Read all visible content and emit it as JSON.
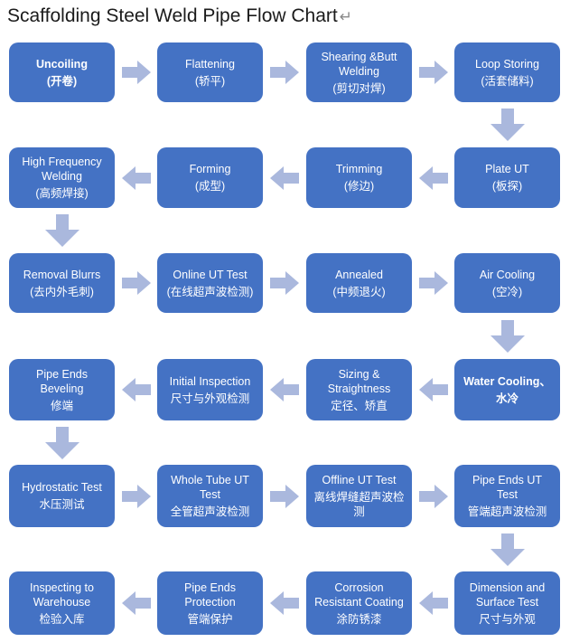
{
  "title": "Scaffolding Steel Weld Pipe Flow Chart",
  "paragraph_mark": "↵",
  "colors": {
    "background": "#ffffff",
    "box_fill": "#4472c4",
    "arrow_fill": "#aab8dd",
    "box_text": "#ffffff",
    "title_text": "#1b1b1b",
    "mark_text": "#8a8a8a"
  },
  "flow": {
    "rows": [
      {
        "arrow_dir": "right",
        "down_after": "right",
        "boxes": [
          {
            "en": "Uncoiling",
            "zh": "(开卷)",
            "bold": true
          },
          {
            "en": "Flattening",
            "zh": "(轿平)",
            "bold": false
          },
          {
            "en": "Shearing &Butt Welding",
            "zh": "(剪切对焊)",
            "bold": false
          },
          {
            "en": "Loop Storing",
            "zh": "(活套储料)",
            "bold": false
          }
        ]
      },
      {
        "arrow_dir": "left",
        "down_after": "left",
        "boxes": [
          {
            "en": "High Frequency Welding",
            "zh": "(高频焊接)",
            "bold": false
          },
          {
            "en": "Forming",
            "zh": "(成型)",
            "bold": false
          },
          {
            "en": "Trimming",
            "zh": "(修边)",
            "bold": false
          },
          {
            "en": "Plate UT",
            "zh": "(板探)",
            "bold": false
          }
        ]
      },
      {
        "arrow_dir": "right",
        "down_after": "right",
        "boxes": [
          {
            "en": "Removal Blurrs",
            "zh": "(去内外毛刺)",
            "bold": false
          },
          {
            "en": "Online UT Test",
            "zh": "(在线超声波检测)",
            "bold": false
          },
          {
            "en": "Annealed",
            "zh": "(中频退火)",
            "bold": false
          },
          {
            "en": "Air Cooling",
            "zh": "(空冷)",
            "bold": false
          }
        ]
      },
      {
        "arrow_dir": "left",
        "down_after": "left",
        "boxes": [
          {
            "en": "Pipe Ends Beveling",
            "zh": "修端",
            "bold": false
          },
          {
            "en": "Initial Inspection",
            "zh": "尺寸与外观检测",
            "bold": false
          },
          {
            "en": "Sizing & Straightness",
            "zh": "定径、矫直",
            "bold": false
          },
          {
            "en": "Water Cooling、",
            "zh": "水冷",
            "bold": true
          }
        ]
      },
      {
        "arrow_dir": "right",
        "down_after": "right",
        "boxes": [
          {
            "en": "Hydrostatic Test",
            "zh": "水压测试",
            "bold": false
          },
          {
            "en": "Whole Tube UT Test",
            "zh": "全管超声波检测",
            "bold": false
          },
          {
            "en": "Offline UT Test",
            "zh": "离线焊缝超声波检测",
            "bold": false
          },
          {
            "en": "Pipe Ends UT Test",
            "zh": "管端超声波检测",
            "bold": false
          }
        ]
      },
      {
        "arrow_dir": "left",
        "down_after": null,
        "boxes": [
          {
            "en": "Inspecting to Warehouse",
            "zh": "检验入库",
            "bold": false
          },
          {
            "en": "Pipe Ends Protection",
            "zh": "管端保护",
            "bold": false
          },
          {
            "en": "Corrosion Resistant Coating",
            "zh": "涂防锈漆",
            "bold": false
          },
          {
            "en": "Dimension and Surface Test",
            "zh": "尺寸与外观",
            "bold": false
          }
        ]
      }
    ]
  }
}
